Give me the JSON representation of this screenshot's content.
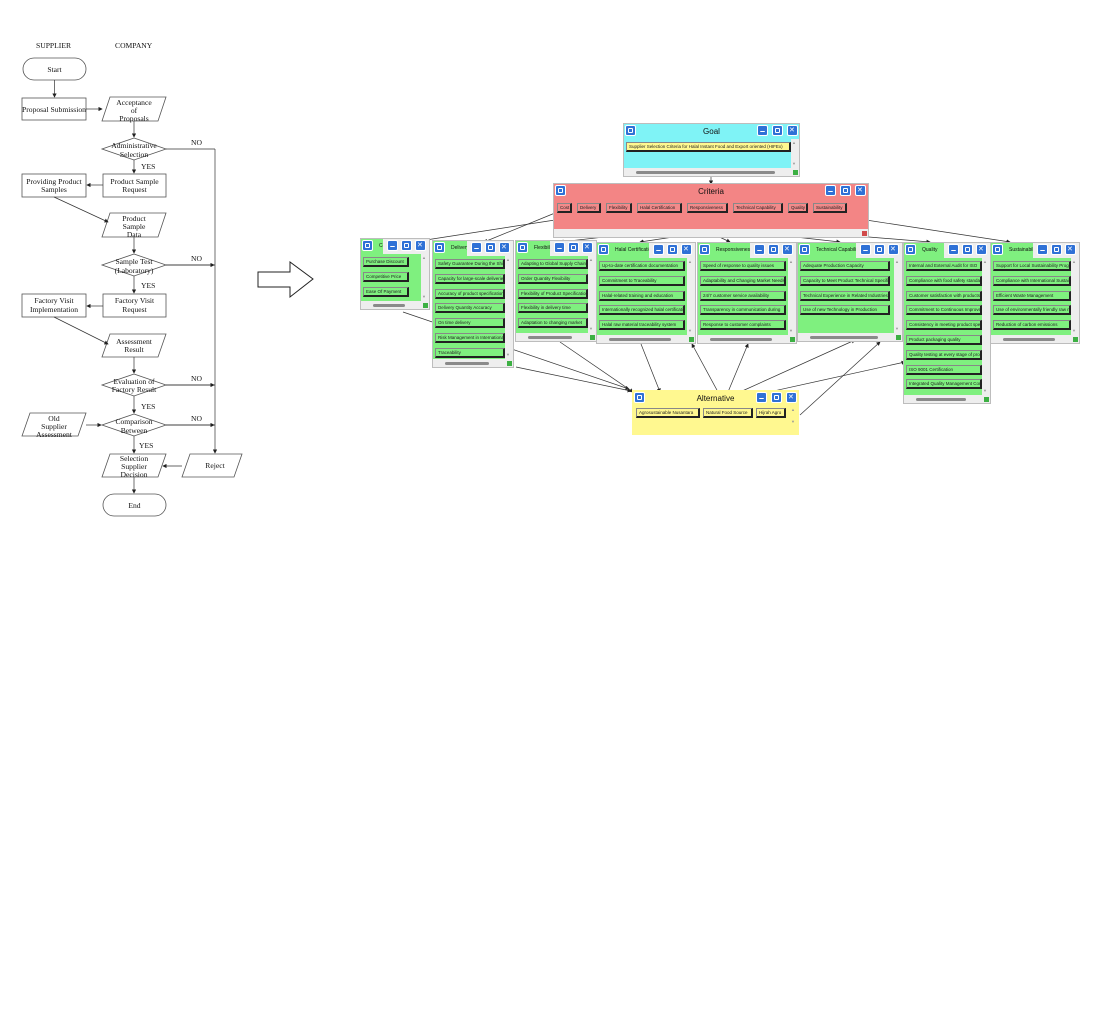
{
  "flowchart": {
    "lane_supplier": "SUPPLIER",
    "lane_company": "COMPANY",
    "start": "Start",
    "proposal_submission": "Proposal Submission",
    "acceptance": [
      "Acceptance",
      "of",
      "Proposals"
    ],
    "administrative_selection": [
      "Administrative",
      "Selection"
    ],
    "product_sample_request": [
      "Product Sample",
      "Request"
    ],
    "providing_product_samples": [
      "Providing Product",
      "Samples"
    ],
    "product_sample_data": [
      "Product",
      "Sample",
      "Data"
    ],
    "sample_test": [
      "Sample Test",
      "(Laboratory)"
    ],
    "factory_visit_request": [
      "Factory Visit",
      "Request"
    ],
    "factory_visit_implementation": [
      "Factory Visit",
      "Implementation"
    ],
    "assessment_result": [
      "Assessment",
      "Result"
    ],
    "evaluation": [
      "Evaluation of",
      "Factory Result"
    ],
    "old_supplier": [
      "Old",
      "Supplier",
      "Assessment"
    ],
    "comparison": [
      "Comparison",
      "Between"
    ],
    "selection_decision": [
      "Selection",
      "Supplier",
      "Decision"
    ],
    "reject": "Reject",
    "end": "End",
    "yes": "YES",
    "no": "NO"
  },
  "hierarchy": {
    "goal": {
      "title": "Goal",
      "items": [
        "Supplier Selection Criteria for Halal Instant Food and Export oriented (HIFEx)"
      ]
    },
    "criteria": {
      "title": "Criteria",
      "items": [
        "Cost",
        "Delivery",
        "Flexibility",
        "Halal Certification",
        "Responsiveness",
        "Technical Capability",
        "Quality",
        "Sustainability"
      ]
    },
    "subcriteria": [
      {
        "title": "Cost",
        "items": [
          "Purchase Discount",
          "Competitive Price",
          "Ease Of Payment"
        ]
      },
      {
        "title": "Delivery",
        "items": [
          "Safety Guarantee During the Shipping",
          "Capacity for large-scale deliveries",
          "Accuracy of product specifications",
          "Delivery Quantity Accuracy",
          "On time delivery",
          "Risk Management in International Shipping",
          "Traceability"
        ]
      },
      {
        "title": "Flexibility",
        "items": [
          "Adapting to Global Supply Chain",
          "Order Quantity Flexibility",
          "Flexibility of Product Specification",
          "Flexibility in delivery time",
          "Adaptation to changing market"
        ]
      },
      {
        "title": "Halal Certification",
        "items": [
          "Up-to-date certification documentation",
          "Commitment to Traceability",
          "Halal-related training and education",
          "Internationally recognized halal certification",
          "Halal raw material traceability system"
        ]
      },
      {
        "title": "Responsiveness",
        "items": [
          "Speed of response to quality issues",
          "Adaptability and Changing Market Needs",
          "24/7 customer service availability",
          "Transparency in communication during",
          "Response to customer complaints"
        ]
      },
      {
        "title": "Technical Capability",
        "items": [
          "Adequate Production Capacity",
          "Capacity to Meet Product Technical Specifications",
          "Technical Experience in Related Industries",
          "Use of new Technology in Production"
        ]
      },
      {
        "title": "Quality",
        "items": [
          "Internal and External Audit for ISO",
          "Compliance with food safety standards",
          "Customer satisfaction with products",
          "Commitment to Continuous Improvement",
          "Consistency in meeting product specifications",
          "Product packaging quality",
          "Quality testing at every stage of production",
          "ISO 9001 Certification",
          "Integrated Quality Management Control"
        ]
      },
      {
        "title": "Sustainability",
        "items": [
          "Support for Local Sustainability Programs",
          "Compliance with International Sustainability",
          "Efficient Waste Management",
          "Use of environmentally friendly raw material",
          "Reduction of carbon emissions"
        ]
      }
    ],
    "alternative": {
      "title": "Alternative",
      "items": [
        "Agrosustainable Nusantara",
        "Natural Food Source",
        "Hijrah Agro"
      ]
    }
  },
  "colors": {
    "goal": "#7ff3f6",
    "criteria": "#f38585",
    "subcriteria": "#7ff07f",
    "alternative": "#fff890",
    "window_button": "#2f71d6"
  }
}
